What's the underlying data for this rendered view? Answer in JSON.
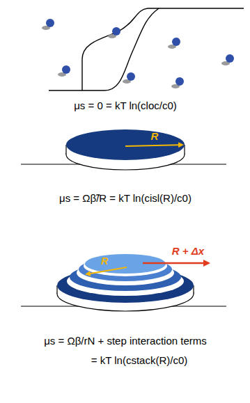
{
  "diagram": {
    "labels": [
      "μs = 0 = kT ln(cloc/c0)",
      "R",
      "μs = Ωβ̃/R = kT ln(cisl(R)/c0)",
      "R + Δx",
      "R",
      "μs = Ωβ/rN + step interaction terms",
      "= kT ln(cstack(R)/c0)"
    ]
  }
}
